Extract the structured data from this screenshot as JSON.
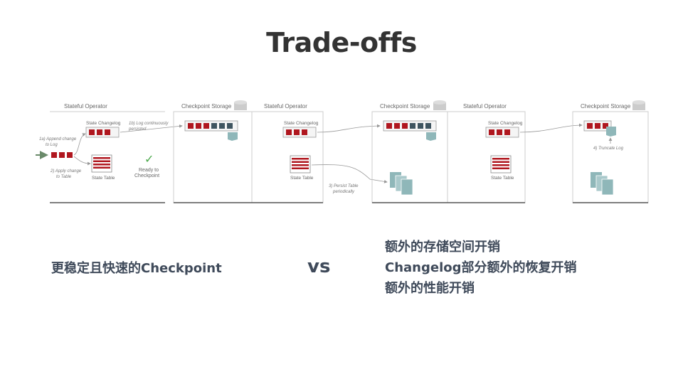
{
  "slide": {
    "title": "Trade-offs",
    "left_point": "更稳定且快速的Checkpoint",
    "vs": "vs",
    "right_points": [
      "额外的存储空间开销",
      "Changelog部分额外的恢复开销",
      "额外的性能开销"
    ]
  },
  "diagram": {
    "stateful_operator": "Stateful Operator",
    "checkpoint_storage": "Checkpoint Storage",
    "state_changelog": "State Changelog",
    "state_table": "State Table",
    "step_1a_line1": "1a) Append change",
    "step_1a_line2": "to Log",
    "step_2_line1": "2) Apply change",
    "step_2_line2": "to Table",
    "step_1b_line1": "1b) Log continuously",
    "step_1b_line2": "persisted",
    "ready_line1": "Ready to",
    "ready_line2": "Checkpoint",
    "step_3_line1": "3) Persist Table",
    "step_3_line2": "periodically",
    "step_4": "4) Truncate Log",
    "checkmark": "✓"
  },
  "colors": {
    "red": "#b0171f",
    "slate": "#3f5560",
    "teal": "#8fb7b9",
    "border": "#c8c8c8",
    "text": "#3f4a5a"
  }
}
